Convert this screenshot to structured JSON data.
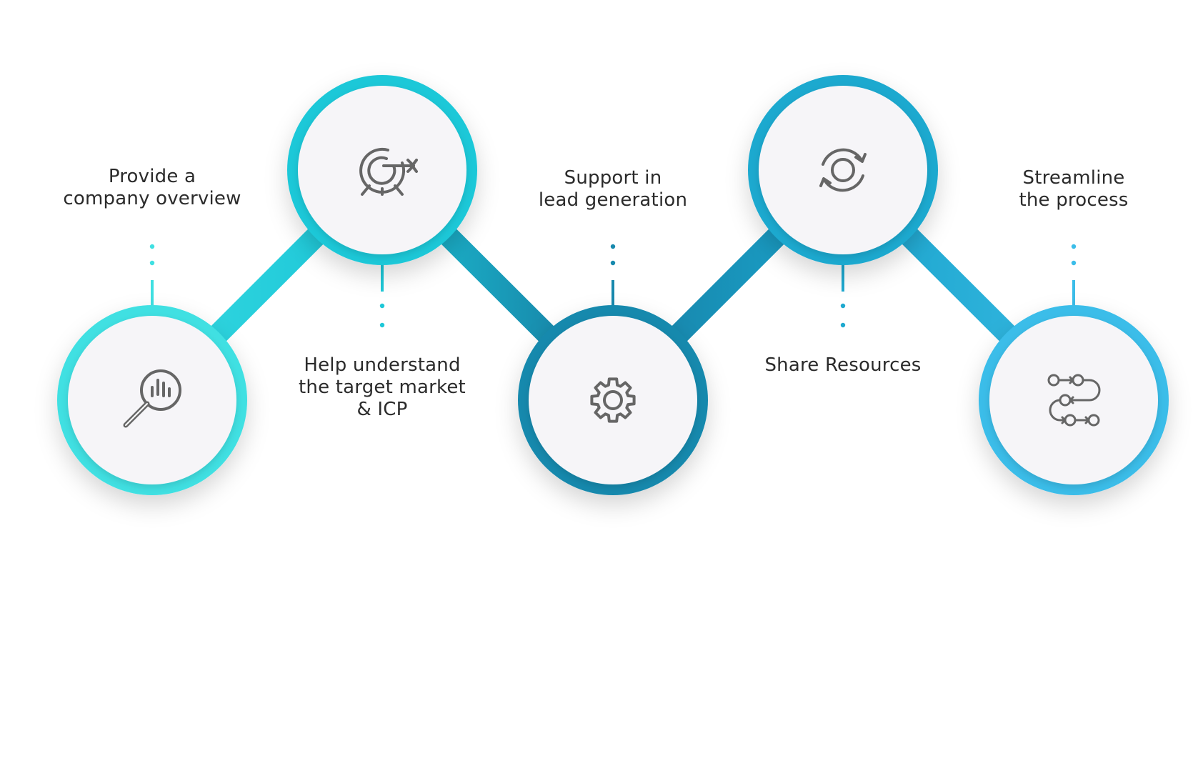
{
  "steps": [
    {
      "id": "company-overview",
      "icon": "magnifier-chart-icon",
      "lines": [
        "Provide a",
        "company overview"
      ],
      "color": "#3fe0e2"
    },
    {
      "id": "target-market",
      "icon": "target-arrow-icon",
      "lines": [
        "Help understand",
        "the target market",
        "& ICP"
      ],
      "color": "#1ec8d8"
    },
    {
      "id": "lead-generation",
      "icon": "gear-icon",
      "lines": [
        "Support in",
        "lead generation"
      ],
      "color": "#1789ad"
    },
    {
      "id": "share-resources",
      "icon": "refresh-cycle-icon",
      "lines": [
        "Share Resources"
      ],
      "color": "#1ea9cf"
    },
    {
      "id": "streamline",
      "icon": "process-flow-icon",
      "lines": [
        "Streamline",
        "the process"
      ],
      "color": "#3bbde9"
    }
  ]
}
